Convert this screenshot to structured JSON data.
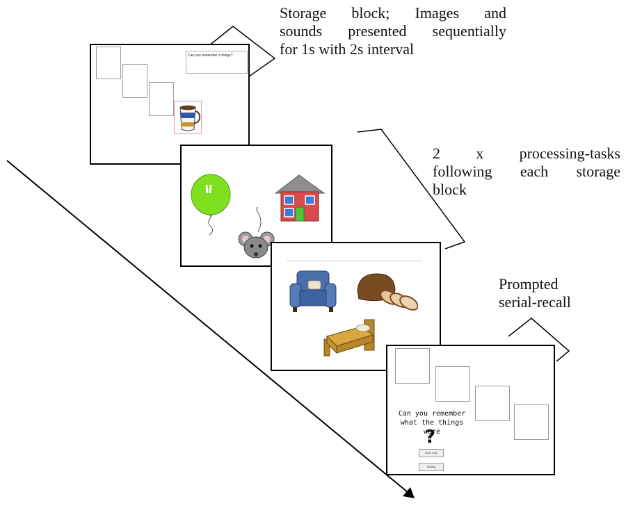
{
  "captions": {
    "storage_line1": "Storage block; Images and",
    "storage_line2": "sounds presented sequentially",
    "storage_line3": "for 1s with 2s interval",
    "processing_line1": "2 x processing-tasks",
    "processing_line2": "following each storage",
    "processing_line3": "block",
    "recall_line1": "Prompted",
    "recall_line2": "serial-recall"
  },
  "storage_screen": {
    "prompt": "Can you remember 4 things?",
    "stimulus_icon": "mug-icon"
  },
  "processing_screen_1": {
    "icons": [
      "balloon-icon",
      "house-icon",
      "mouse-icon"
    ]
  },
  "processing_screen_2": {
    "icons": [
      "armchair-icon",
      "bread-icon",
      "bed-icon"
    ]
  },
  "recall_screen": {
    "question_line1": "Can you remember",
    "question_line2": "what the things were",
    "question_mark": "?",
    "button_1": "Next Trial",
    "button_2": "Replay"
  }
}
